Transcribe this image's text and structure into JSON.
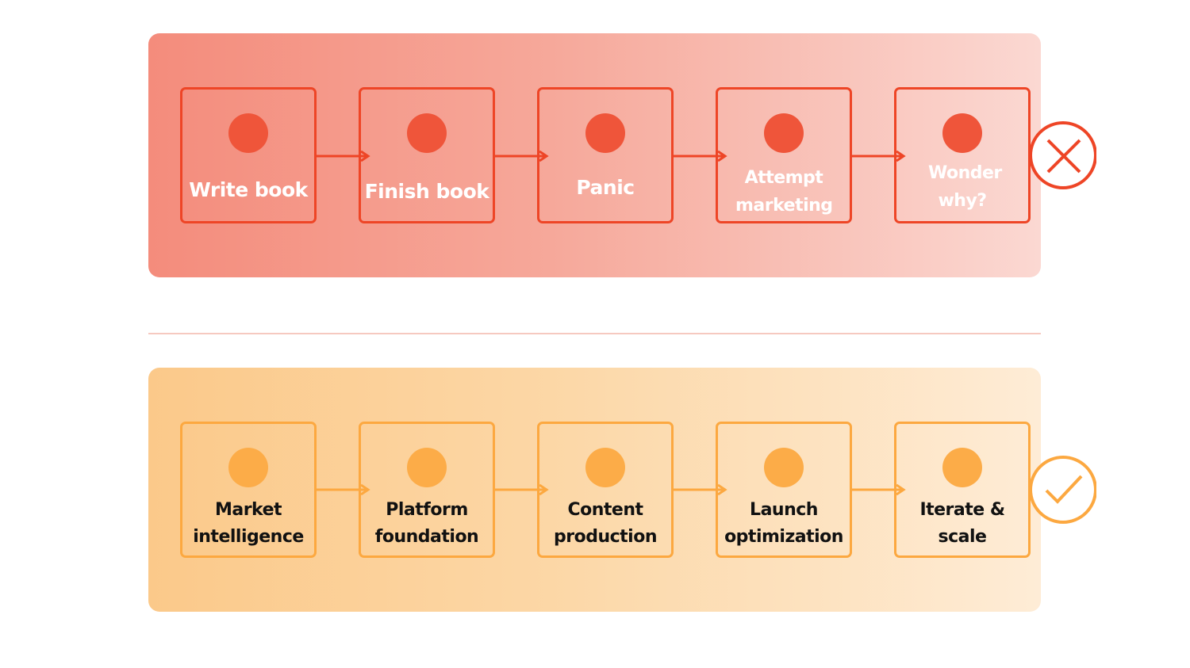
{
  "colors": {
    "bad_accent": "#ee4526",
    "bad_dot": "#ef553a",
    "good_accent": "#fca840",
    "good_dot": "#fcac48"
  },
  "wrong_path": {
    "outcome_icon": "x-circle-icon",
    "steps": [
      {
        "label": "Write book"
      },
      {
        "label": "Finish book"
      },
      {
        "label": "Panic"
      },
      {
        "label": "Attempt marketing"
      },
      {
        "label": "Wonder why?"
      }
    ]
  },
  "right_path": {
    "outcome_icon": "check-circle-icon",
    "steps": [
      {
        "label": "Market intelligence"
      },
      {
        "label": "Platform foundation"
      },
      {
        "label": "Content production"
      },
      {
        "label": "Launch optimization"
      },
      {
        "label": "Iterate & scale"
      }
    ]
  }
}
